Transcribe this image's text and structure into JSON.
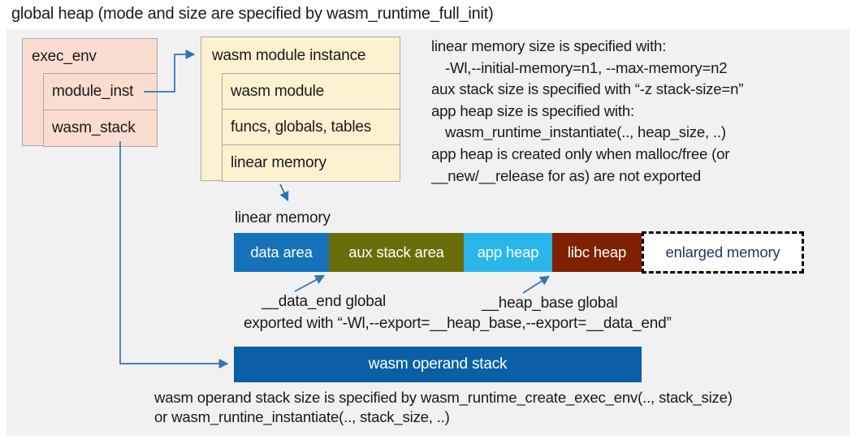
{
  "title": "global heap (mode and size are specified by wasm_runtime_full_init)",
  "exec_env": {
    "title": "exec_env",
    "fields": [
      "module_inst",
      "wasm_stack"
    ]
  },
  "module_instance": {
    "title": "wasm module instance",
    "fields": [
      "wasm module",
      "funcs, globals, tables",
      "linear memory"
    ]
  },
  "notes_right": {
    "lines": [
      "linear memory size is specified with:",
      "-Wl,--initial-memory=n1, --max-memory=n2",
      "aux stack size is specified with “-z stack-size=n”",
      "app heap size is specified with:",
      "wasm_runtime_instantiate(.., heap_size, ..)",
      "app heap is created only when malloc/free (or",
      "__new/__release for as) are not exported"
    ]
  },
  "linear_memory": {
    "label": "linear memory",
    "segments": [
      {
        "label": "data area",
        "color": "#1571b8",
        "text_color": "#ffffff"
      },
      {
        "label": "aux stack area",
        "color": "#6a6e0a",
        "text_color": "#ffffff"
      },
      {
        "label": "app heap",
        "color": "#2bb6ea",
        "text_color": "#ffffff"
      },
      {
        "label": "libc heap",
        "color": "#7f2100",
        "text_color": "#ffffff"
      },
      {
        "label": "enlarged memory",
        "color": "#ffffff",
        "text_color": "#1f3864"
      }
    ]
  },
  "annotations": {
    "data_end": "__data_end global",
    "heap_base": "__heap_base global",
    "exported": "exported with “-Wl,--export=__heap_base,--export=__data_end”"
  },
  "operand_stack": {
    "label": "wasm operand stack",
    "note_lines": [
      "wasm operand stack size is specified by wasm_runtime_create_exec_env(.., stack_size)",
      "or wasm_runtine_instantiate(.., stack_size, ..)"
    ]
  },
  "colors": {
    "connector_blue": "#2e75b6",
    "operand_bar": "#0b5fa5",
    "panel_gray": "#f1f1f2",
    "exec_env_fill": "#fbdcd0",
    "instance_fill": "#fdf2d0",
    "enlarged_border": "#000000"
  }
}
